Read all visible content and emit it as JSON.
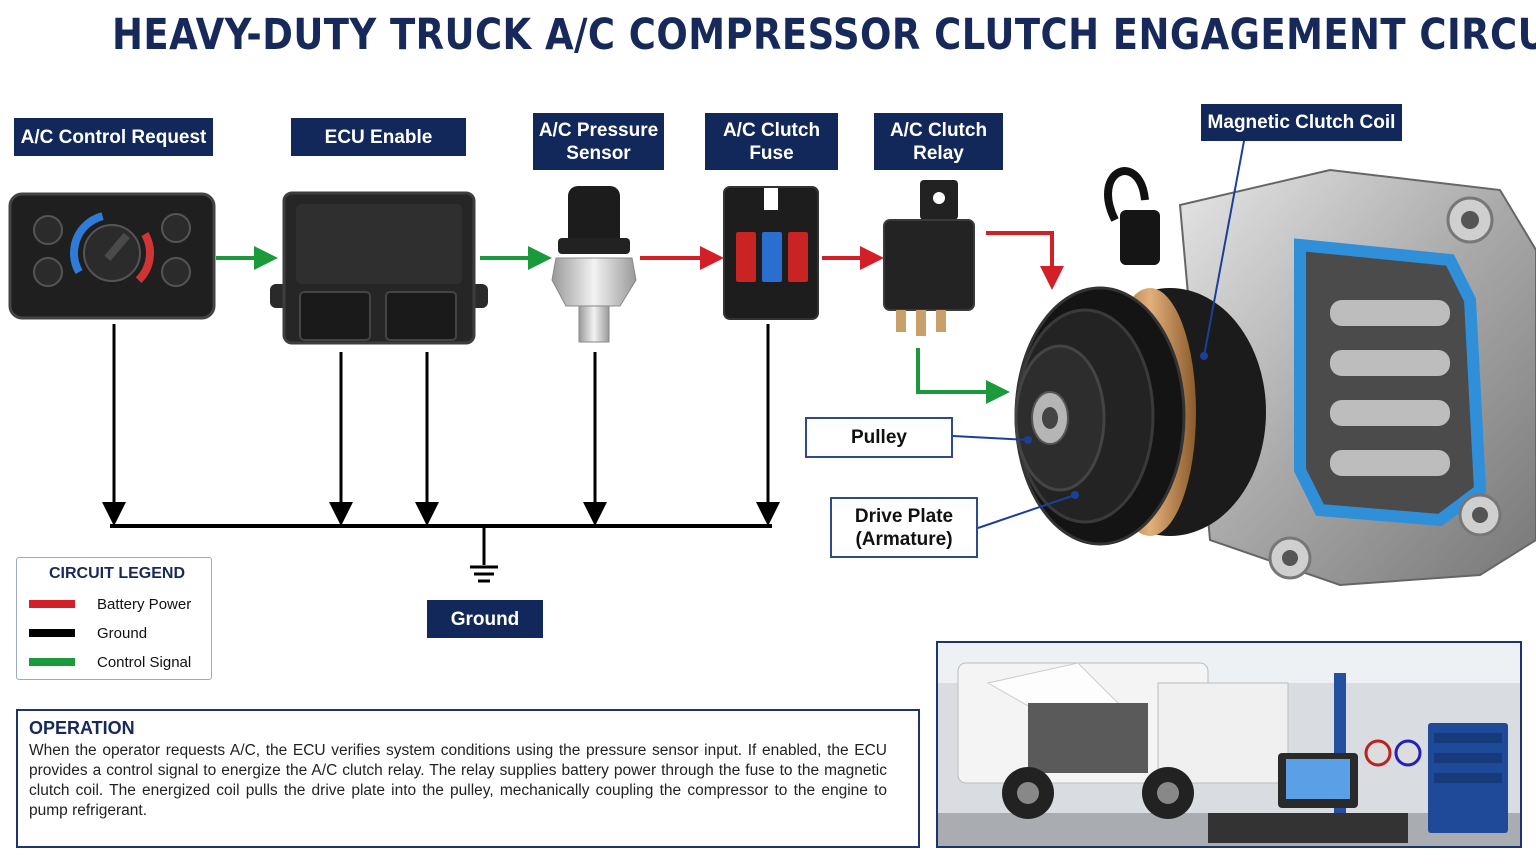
{
  "title": "HEAVY-DUTY TRUCK A/C COMPRESSOR CLUTCH ENGAGEMENT CIRCUIT",
  "components": {
    "control_request": "A/C Control Request",
    "ecu_enable": "ECU Enable",
    "pressure_sensor": "A/C Pressure Sensor",
    "clutch_fuse": "A/C Clutch Fuse",
    "clutch_relay": "A/C Clutch Relay",
    "magnetic_coil": "Magnetic Clutch Coil",
    "pulley": "Pulley",
    "drive_plate": "Drive Plate (Armature)",
    "ground": "Ground"
  },
  "legend": {
    "title": "CIRCUIT LEGEND",
    "items": [
      {
        "label": "Battery Power",
        "color": "#d31f26"
      },
      {
        "label": "Ground",
        "color": "#000000"
      },
      {
        "label": "Control Signal",
        "color": "#1a9a3a"
      }
    ]
  },
  "operation": {
    "title": "OPERATION",
    "text": "When the operator requests A/C, the ECU verifies system conditions using the pressure sensor input. If enabled, the ECU provides a control signal to energize the A/C clutch relay. The relay supplies battery power through the fuse to the magnetic clutch coil. The energized coil pulls the drive plate into the pulley, mechanically coupling the compressor to the engine to pump refrigerant."
  },
  "colors": {
    "navy": "#12285a",
    "battery": "#d31f26",
    "ground": "#000000",
    "control": "#1a9a3a",
    "cutaway_blue": "#2f8fd8"
  }
}
